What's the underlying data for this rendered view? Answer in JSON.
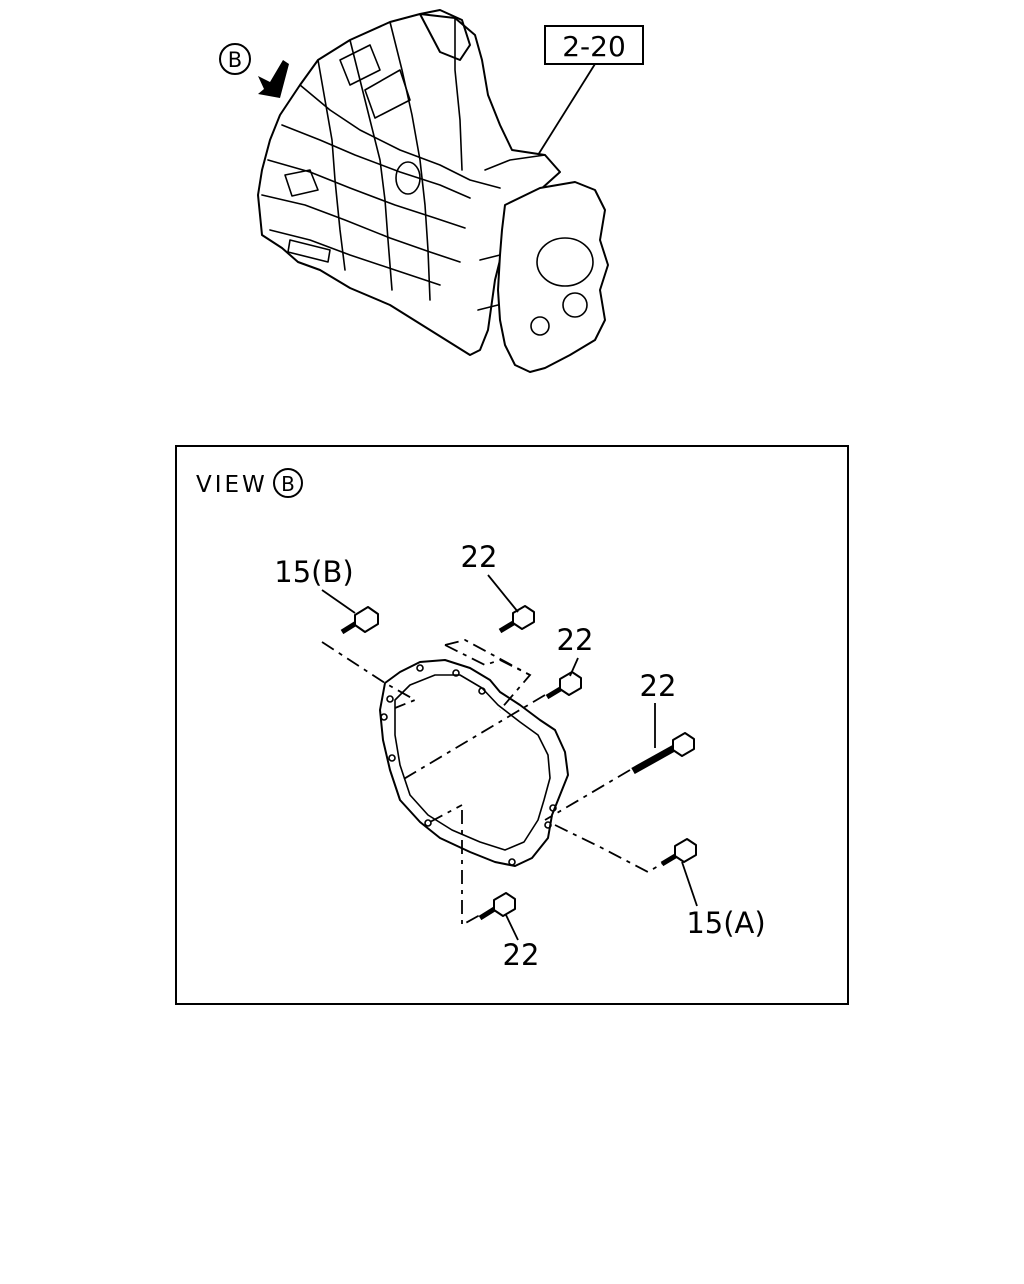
{
  "top_view": {
    "view_marker": "B",
    "ref_label": "2-20"
  },
  "detail_view": {
    "title": "VIEW",
    "title_marker": "B",
    "callouts": {
      "bolt_15b": "15(B)",
      "bolt_22_top": "22",
      "bolt_22_mid": "22",
      "bolt_22_long": "22",
      "bolt_15a": "15(A)",
      "bolt_22_bottom": "22"
    }
  }
}
